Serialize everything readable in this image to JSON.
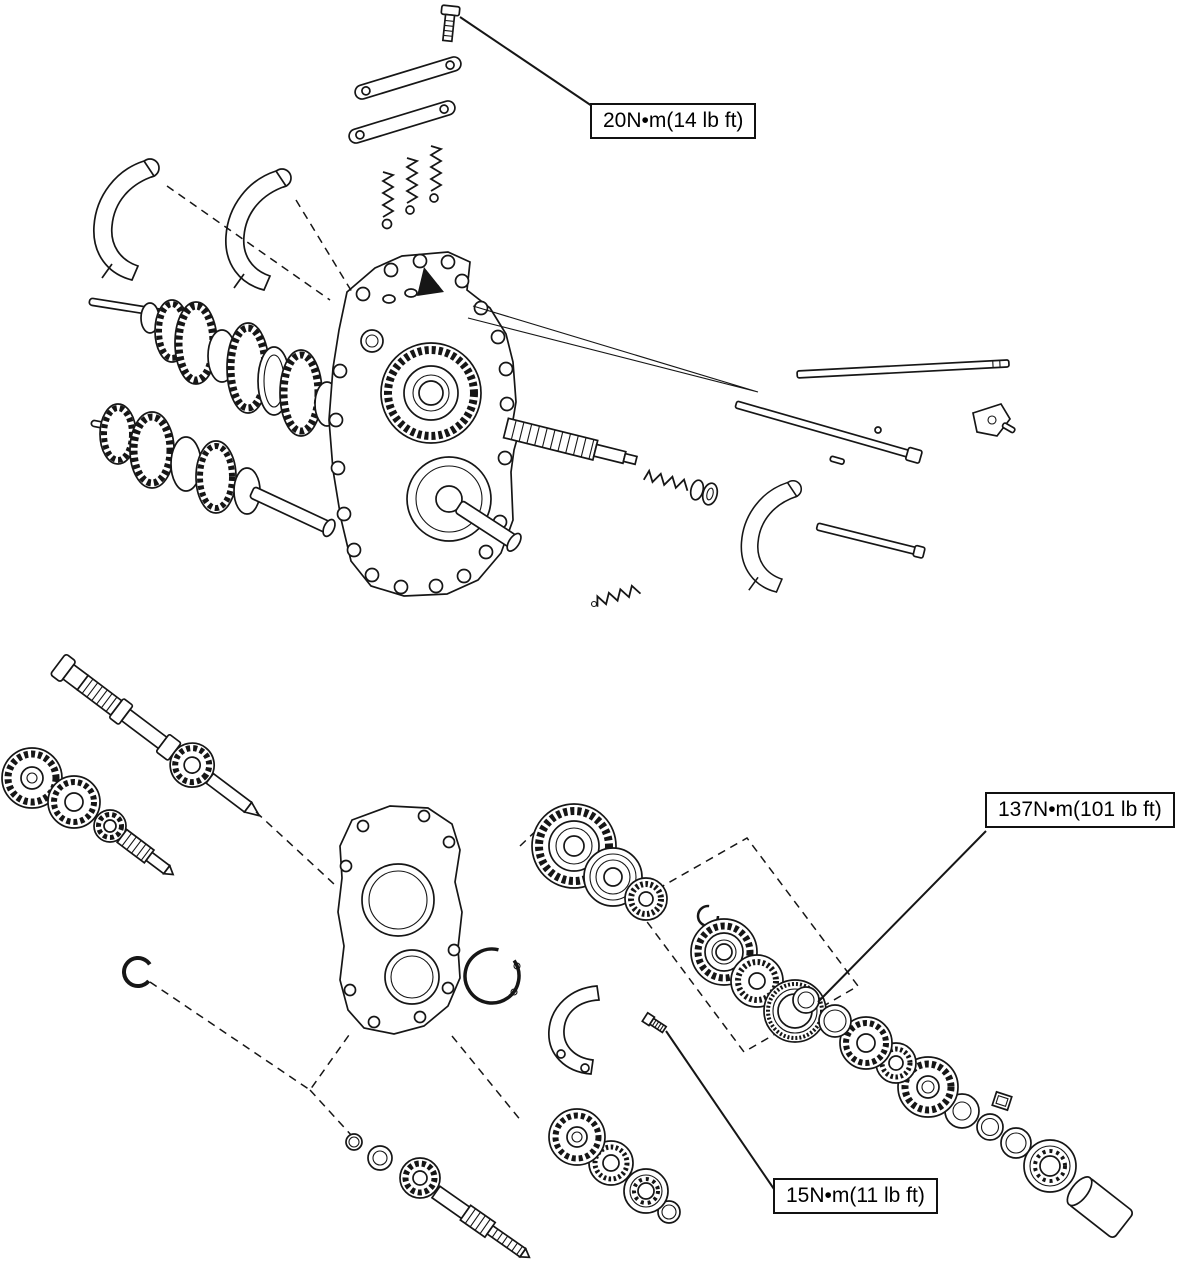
{
  "canvas": {
    "background": "#ffffff",
    "ink": "#161616"
  },
  "callouts": {
    "upper_bolt": "20N•m(14 lb ft)",
    "mainshaft_locknut": "137N•m(101 lb ft)",
    "retainer_bolt": "15N•m(11 lb ft)"
  }
}
